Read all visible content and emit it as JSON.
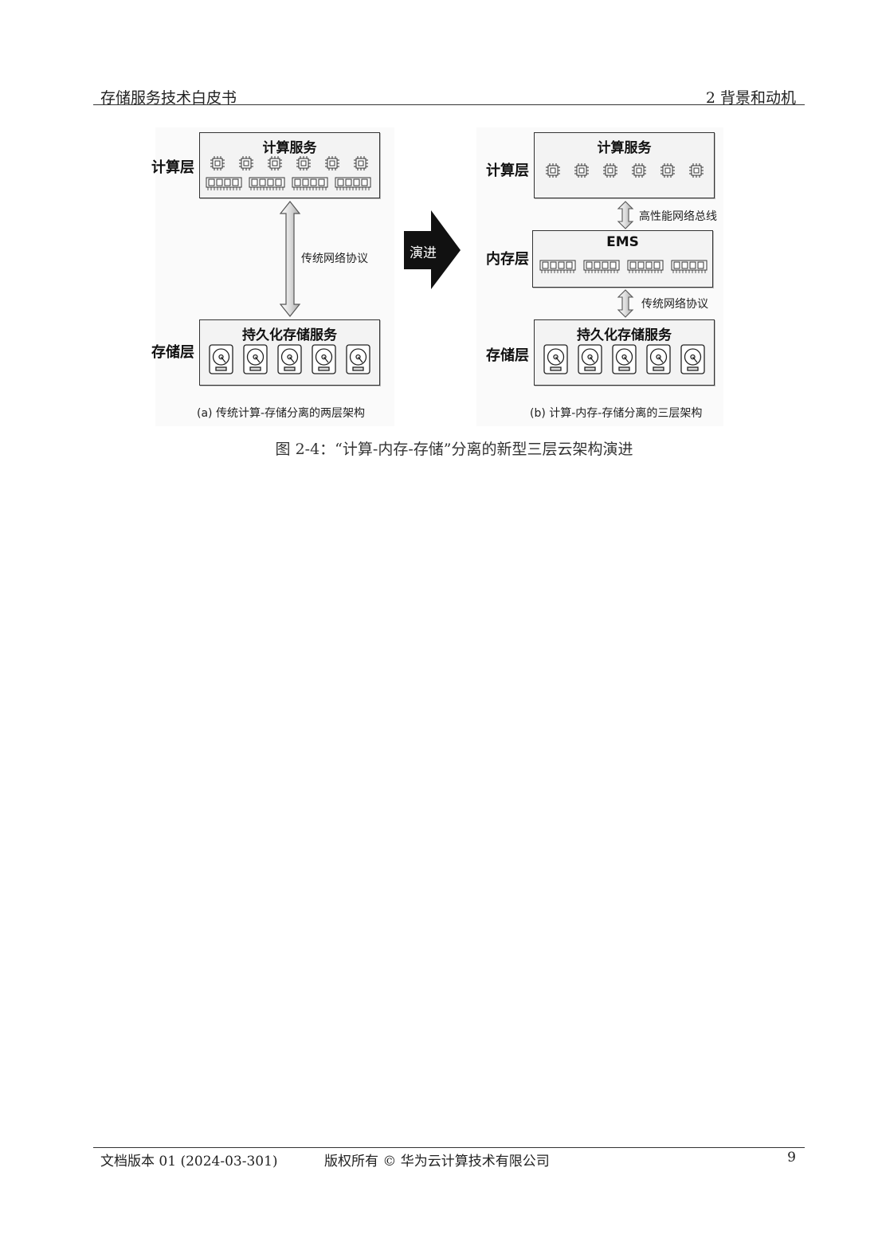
{
  "header": {
    "left": "存储服务技术白皮书",
    "right": "2  背景和动机"
  },
  "figure": {
    "left": {
      "compute_label": "计算层",
      "compute_title": "计算服务",
      "storage_label": "存储层",
      "storage_title": "持久化存储服务",
      "link_label": "传统网络协议",
      "subcaption": "(a) 传统计算-存储分离的两层架构"
    },
    "evolve_label": "演进",
    "right": {
      "compute_label": "计算层",
      "compute_title": "计算服务",
      "memory_label": "内存层",
      "memory_title": "EMS",
      "storage_label": "存储层",
      "storage_title": "持久化存储服务",
      "link1_label": "高性能网络总线",
      "link2_label": "传统网络协议",
      "subcaption": "(b) 计算-内存-存储分离的三层架构"
    },
    "caption": "图 2-4：“计算-内存-存储”分离的新型三层云架构演进"
  },
  "footer": {
    "left": "文档版本 01 (2024-03-301)",
    "middle": "版权所有 © 华为云计算技术有限公司",
    "page": "9"
  }
}
